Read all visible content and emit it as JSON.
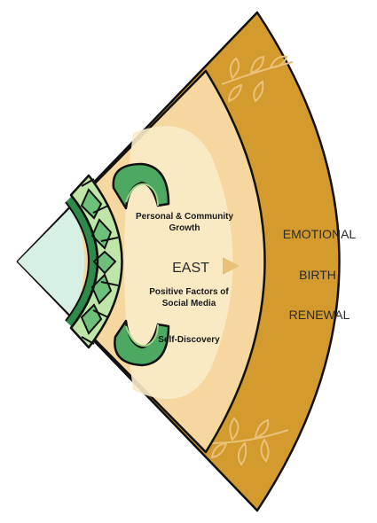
{
  "direction": {
    "label": "EAST"
  },
  "inner_ring": {
    "items": [
      {
        "line1": "Personal & Community",
        "line2": "Growth"
      },
      {
        "line1": "Positive Factors of",
        "line2": "Social Media"
      },
      {
        "line1": "Self-Discovery",
        "line2": ""
      }
    ]
  },
  "outer_ring": {
    "items": [
      "EMOTIONAL",
      "BIRTH",
      "RENEWAL"
    ]
  },
  "colors": {
    "outer_band": "#d39a2e",
    "outer_band_dark": "#c98a1c",
    "inner_band": "#f6d7a0",
    "inner_band_light": "#faecc8",
    "center": "#d6f0e4",
    "turtle_dark": "#2d8a4a",
    "turtle_mid": "#5fb870",
    "turtle_light": "#bfe6a8",
    "arrow": "#e8c07a",
    "outline": "#111111"
  }
}
